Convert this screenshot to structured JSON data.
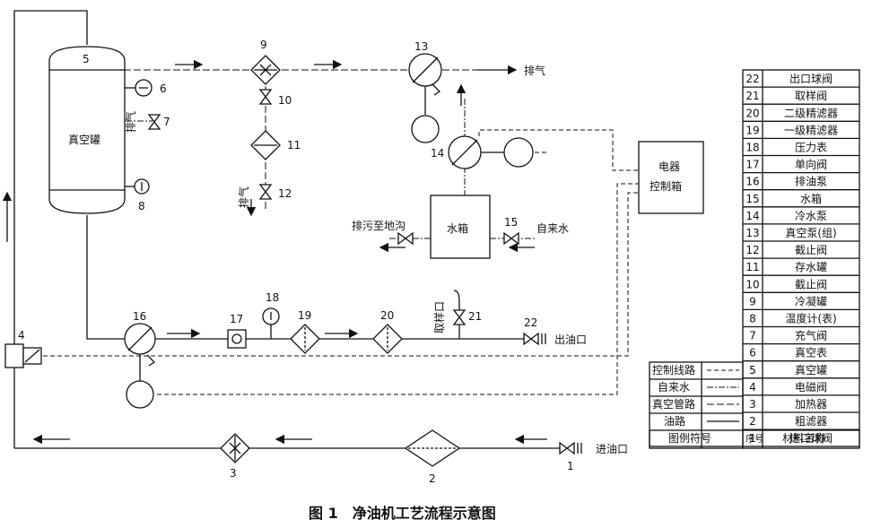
{
  "tank": {
    "label": "真空罐"
  },
  "control_box": {
    "line1": "电器",
    "line2": "控制箱"
  },
  "water_box": {
    "label": "水箱"
  },
  "labels": {
    "exhaust_right": "排气",
    "exhaust_tank": "排气",
    "exhaust_condenser": "排气",
    "drain": "排污至地沟",
    "tap_water": "自来水",
    "oil_out": "出油口",
    "oil_in": "进油口",
    "sample_port": "取样口"
  },
  "numbers": {
    "n1": "1",
    "n2": "2",
    "n3": "3",
    "n4": "4",
    "n5": "5",
    "n6": "6",
    "n7": "7",
    "n8": "8",
    "n9": "9",
    "n10": "10",
    "n11": "11",
    "n12": "12",
    "n13": "13",
    "n14": "14",
    "n15": "15",
    "n16": "16",
    "n17": "17",
    "n18": "18",
    "n19": "19",
    "n20": "20",
    "n21": "21",
    "n22": "22"
  },
  "parts_table": [
    {
      "no": "22",
      "name": "出口球阀"
    },
    {
      "no": "21",
      "name": "取样阀"
    },
    {
      "no": "20",
      "name": "二级精滤器"
    },
    {
      "no": "19",
      "name": "一级精滤器"
    },
    {
      "no": "18",
      "name": "压力表"
    },
    {
      "no": "17",
      "name": "单向阀"
    },
    {
      "no": "16",
      "name": "排油泵"
    },
    {
      "no": "15",
      "name": "水箱"
    },
    {
      "no": "14",
      "name": "冷水泵"
    },
    {
      "no": "13",
      "name": "真空泵(组)"
    },
    {
      "no": "12",
      "name": "截止阀"
    },
    {
      "no": "11",
      "name": "存水罐"
    },
    {
      "no": "10",
      "name": "截止阀"
    },
    {
      "no": "9",
      "name": "冷凝罐"
    },
    {
      "no": "8",
      "name": "温度计(表)"
    },
    {
      "no": "7",
      "name": "充气阀"
    },
    {
      "no": "6",
      "name": "真空表"
    },
    {
      "no": "5",
      "name": "真空罐"
    },
    {
      "no": "4",
      "name": "电磁阀"
    },
    {
      "no": "3",
      "name": "加热器"
    },
    {
      "no": "2",
      "name": "粗滤器"
    },
    {
      "no": "1",
      "name": "进口球阀"
    }
  ],
  "legend": [
    {
      "name": "控制线路"
    },
    {
      "name": "自来水"
    },
    {
      "name": "真空管路"
    },
    {
      "name": "油路"
    }
  ],
  "table_footer": {
    "symbol": "图例符号",
    "seq": "序号",
    "material": "材料名称"
  },
  "caption": "图 1　净油机工艺流程示意图"
}
